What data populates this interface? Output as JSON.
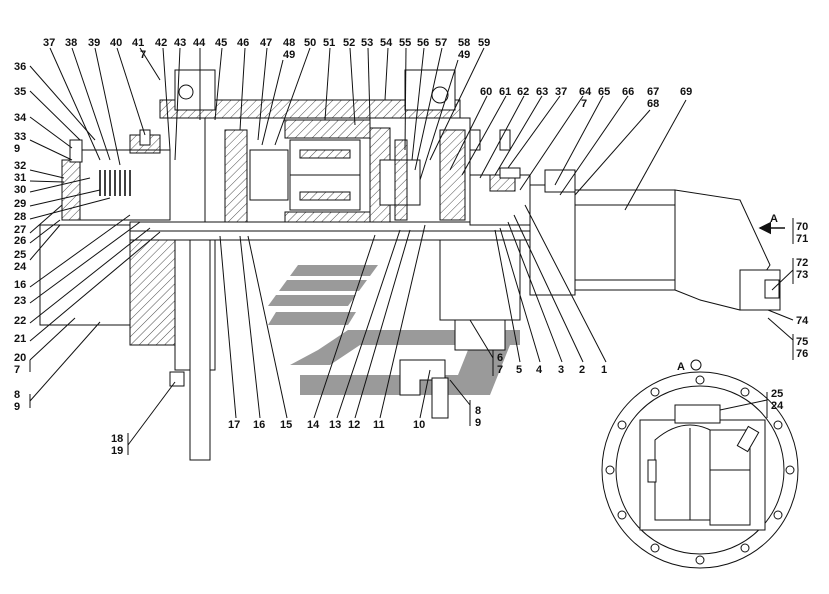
{
  "view_label": "A",
  "top_callouts": [
    "37",
    "38",
    "39",
    "40",
    "41",
    "7",
    "42",
    "43",
    "44",
    "45",
    "46",
    "47",
    "48",
    "49",
    "50",
    "51",
    "52",
    "53",
    "54",
    "55",
    "56",
    "57",
    "58",
    "49",
    "59"
  ],
  "upper_right_callouts": [
    "60",
    "61",
    "62",
    "63",
    "37",
    "7",
    "64",
    "65",
    "66",
    "67",
    "68",
    "69"
  ],
  "left_callouts": [
    "36",
    "35",
    "34",
    "33",
    "9",
    "32",
    "31",
    "30",
    "29",
    "28",
    "27",
    "26",
    "25",
    "24",
    "16",
    "23",
    "22",
    "21",
    "20",
    "7",
    "8",
    "9"
  ],
  "right_callouts": [
    "70",
    "71",
    "72",
    "73",
    "74",
    "75",
    "76"
  ],
  "bottom_callouts": [
    "17",
    "16",
    "15",
    "14",
    "13",
    "12",
    "11",
    "10",
    "8",
    "9",
    "18",
    "19"
  ],
  "lower_right_callouts": [
    "6",
    "7",
    "5",
    "4",
    "3",
    "2",
    "1"
  ],
  "inset_label": "A",
  "inset_callouts": [
    "25",
    "24"
  ],
  "colors": {
    "line": "#111111",
    "watermark": "#9a9a9a",
    "background": "#ffffff"
  }
}
